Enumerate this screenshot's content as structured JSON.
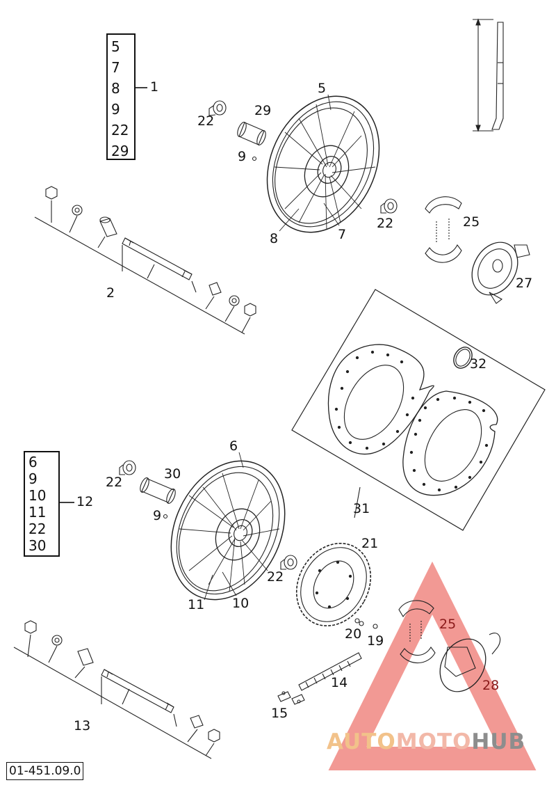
{
  "diagram": {
    "group_1": {
      "items": [
        "5",
        "7",
        "8",
        "9",
        "22",
        "29"
      ],
      "label": "1"
    },
    "group_12": {
      "items": [
        "6",
        "9",
        "10",
        "11",
        "22",
        "30"
      ],
      "label": "12"
    },
    "labels": {
      "front_rim": "5",
      "front_bearing": "22",
      "front_spacer": "29",
      "front_nipple": "9",
      "front_spoke_a": "8",
      "front_spoke_b": "7",
      "front_bearing_right": "22",
      "front_shoes": "25",
      "front_brake_plate": "27",
      "front_axle": "2",
      "gasket_set": "31",
      "circlip": "32",
      "rear_rim": "6",
      "rear_bearing": "22",
      "rear_spacer": "30",
      "rear_nipple": "9",
      "rear_spoke_a": "11",
      "rear_spoke_b": "10",
      "rear_bearing_right": "22",
      "sprocket": "21",
      "sprocket_bolt": "20",
      "sprocket_nut": "19",
      "chain": "14",
      "chain_link": "15",
      "rear_shoes": "25",
      "rear_brake_plate": "28",
      "rear_axle": "13"
    },
    "drawing_number": "01-451.09.0"
  },
  "watermark": {
    "part1": "AUTO",
    "part2": "MOTO",
    "part3": "HUB",
    "color_red": "#e8463c",
    "color_orange": "#f2c28a",
    "color_gray": "#8d8d8d"
  }
}
